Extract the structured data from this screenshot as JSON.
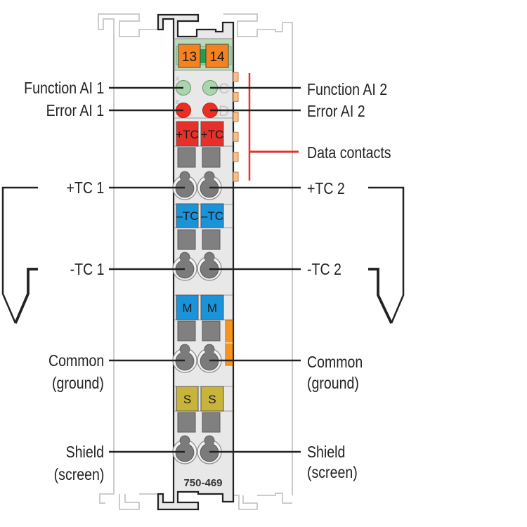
{
  "module": {
    "part_number": "750-469",
    "fuse_terminals": [
      "13",
      "14"
    ],
    "led_letters": {
      "a": "A",
      "b": "B",
      "c": "C",
      "d": "D"
    },
    "led_colors": {
      "function": "#a9d6ad",
      "error": "#ee2e24"
    },
    "terminal_rows": [
      {
        "id": "plus-tc",
        "labels": [
          "+TC",
          "+TC"
        ],
        "color": "#e8302a"
      },
      {
        "id": "minus-tc",
        "labels": [
          "–TC",
          "–TC"
        ],
        "color": "#1b93d8"
      },
      {
        "id": "common",
        "labels": [
          "M",
          "M"
        ],
        "color": "#1b93d8"
      },
      {
        "id": "shield",
        "labels": [
          "S",
          "S"
        ],
        "color": "#c8b43a"
      }
    ],
    "data_contact_count": 6
  },
  "labels": {
    "left": {
      "function": "Function AI 1",
      "error": "Error AI 1",
      "plus_tc": "+TC 1",
      "minus_tc": "-TC 1",
      "common": {
        "line1": "Common",
        "line2": "(ground)"
      },
      "shield": {
        "line1": "Shield",
        "line2": "(screen)"
      }
    },
    "right": {
      "function": "Function AI 2",
      "error": "Error AI 2",
      "data_contacts": "Data contacts",
      "plus_tc": "+TC 2",
      "minus_tc": "-TC 2",
      "common": {
        "line1": "Common",
        "line2": "(ground)"
      },
      "shield": {
        "line1": "Shield",
        "line2": "(screen)"
      }
    }
  },
  "colors": {
    "module_body": "#e8e8e8",
    "outline": "#222222",
    "rail": "#cccccc",
    "fuse_area": "#b6dbb6",
    "fuse_orange": "#f58220",
    "fuse_link": "#1fa04a",
    "data_contact_tab": "#f9c08a",
    "data_contact_bracket": "#e8302a",
    "side_strip": "#f7941d",
    "terminal_square": "#808080",
    "clamp": "#7b7b7b"
  }
}
